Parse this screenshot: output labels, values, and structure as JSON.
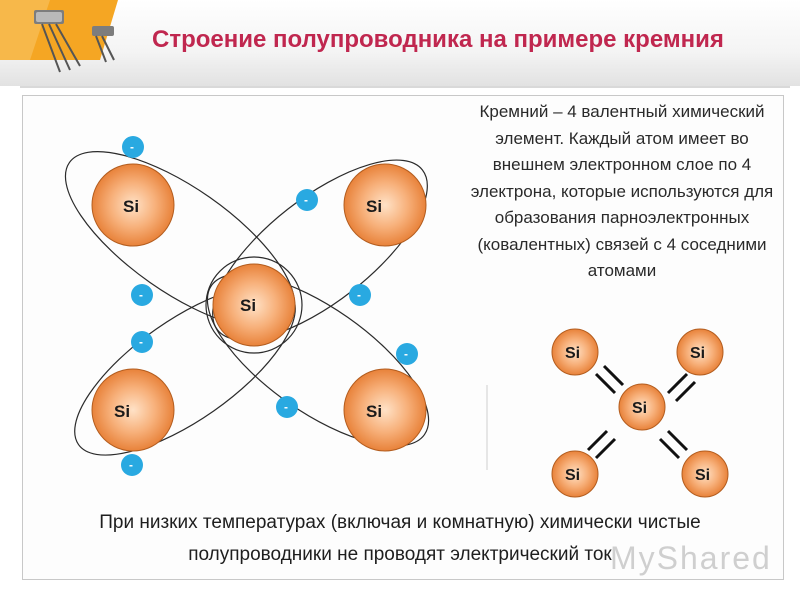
{
  "slide": {
    "title": "Строение полупроводника на примере кремния",
    "description": "Кремний – 4 валентный химический элемент. Каждый атом имеет во внешнем электронном слое по 4 электрона, которые используются для образования парноэлектронных (ковалентных) связей с 4 соседними атомами",
    "footer": "При низких температурах (включая и комнатную) химически чистые полупроводники не проводят электрический ток",
    "watermark": "MyShared"
  },
  "atom_model": {
    "atom_label": "Si",
    "electron_label": "-",
    "atom_count": 5,
    "electron_count": 8
  },
  "bond_scheme": {
    "atom_label": "Si",
    "atom_count": 5,
    "bond_type": "double line"
  },
  "colors": {
    "title": "#c0274f",
    "atom_fill_outer": "#e8823a",
    "atom_fill_inner": "#ffe2c7",
    "electron": "#29a9e1",
    "orbit": "#2b2b2b"
  }
}
